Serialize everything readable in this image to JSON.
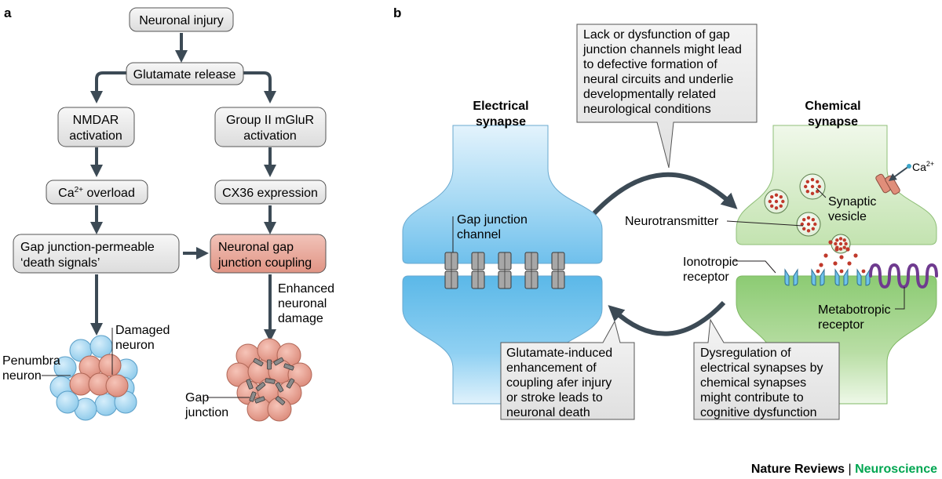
{
  "panel_a": {
    "letter": "a",
    "nodes": {
      "injury": "Neuronal injury",
      "glutamate": "Glutamate release",
      "nmdar": [
        "NMDAR",
        "activation"
      ],
      "mglur": [
        "Group II mGluR",
        "activation"
      ],
      "ca_overload": [
        "Ca",
        "2+",
        " overload"
      ],
      "cx36": "CX36 expression",
      "death_signals": [
        "Gap junction-permeable",
        "‘death signals’"
      ],
      "coupling": [
        "Neuronal gap",
        "junction coupling"
      ]
    },
    "enhanced_damage": [
      "Enhanced",
      "neuronal",
      "damage"
    ],
    "damaged_neuron": [
      "Damaged",
      "neuron"
    ],
    "penumbra_neuron": [
      "Penumbra",
      "neuron"
    ],
    "gap_junction": [
      "Gap",
      "junction"
    ]
  },
  "panel_b": {
    "letter": "b",
    "electrical_title": [
      "Electrical",
      "synapse"
    ],
    "chemical_title": [
      "Chemical",
      "synapse"
    ],
    "gap_junction_channel": [
      "Gap junction",
      "channel"
    ],
    "neurotransmitter": "Neurotransmitter",
    "synaptic_vesicle": [
      "Synaptic",
      "vesicle"
    ],
    "calcium": [
      "Ca",
      "2+"
    ],
    "ionotropic": [
      "Ionotropic",
      "receptor"
    ],
    "metabotropic": [
      "Metabotropic",
      "receptor"
    ],
    "callout_top": [
      "Lack or dysfunction of gap",
      "junction channels might lead",
      "to defective formation of",
      "neural circuits and underlie",
      "developmentally related",
      "neurological conditions"
    ],
    "callout_left": [
      "Glutamate-induced",
      "enhancement of",
      "coupling afer injury",
      "or stroke leads to",
      "neuronal death"
    ],
    "callout_right": [
      "Dysregulation of",
      "electrical synapses by",
      "chemical synapses",
      "might contribute to",
      "cognitive dysfunction"
    ]
  },
  "footer": {
    "journal": "Nature Reviews",
    "separator": " | ",
    "section": "Neuroscience"
  },
  "colors": {
    "arrow": "#3c4a55",
    "box_fill": "#ebebeb",
    "box_highlight": "#e6a79a",
    "neuron_blue": "#a9d8f0",
    "neuron_red": "#e9a294",
    "electrical_fill": "#8fcdf0",
    "chemical_fill": "#b6dba1",
    "section_green": "#00a651"
  }
}
